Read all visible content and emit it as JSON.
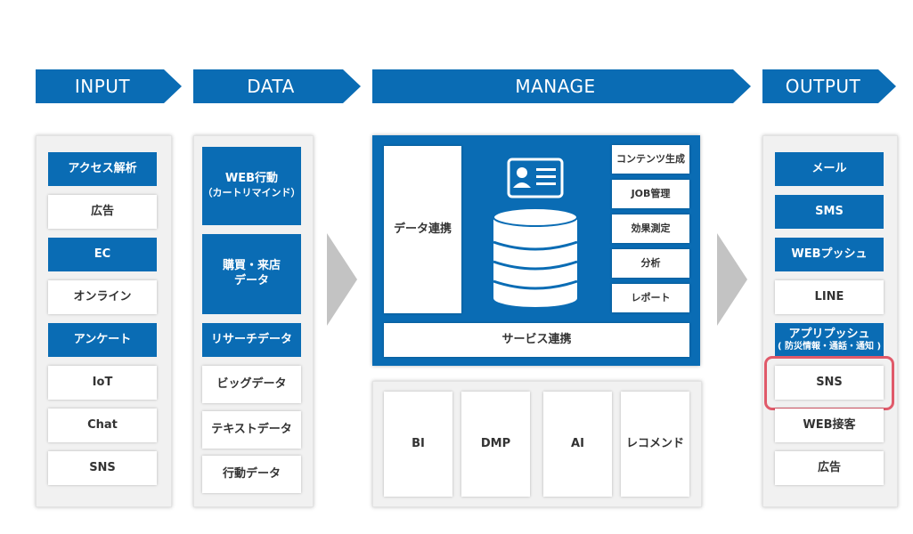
{
  "headers": {
    "input": "INPUT",
    "data": "DATA",
    "manage": "MANAGE",
    "output": "OUTPUT"
  },
  "input_items": [
    "アクセス解析",
    "広告",
    "EC",
    "オンライン",
    "アンケート",
    "IoT",
    "Chat",
    "SNS"
  ],
  "data_items": {
    "web_action": "WEB行動",
    "web_action_sub": "（カートリマインド）",
    "purchase_line1": "購買・来店",
    "purchase_line2": "データ",
    "research": "リサーチデータ",
    "big": "ビッグデータ",
    "text": "テキストデータ",
    "action": "行動データ"
  },
  "manage": {
    "data_link": "データ連携",
    "service_link": "サービス連携",
    "side_items": [
      "コンテンツ生成",
      "JOB管理",
      "効果測定",
      "分析",
      "レポート"
    ],
    "bottom_items": [
      "BI",
      "DMP",
      "AI",
      "レコメンド"
    ],
    "icons": [
      "id-card-icon",
      "database-icon"
    ]
  },
  "output_items": {
    "mail": "メール",
    "sms": "SMS",
    "webpush": "WEBプッシュ",
    "line": "LINE",
    "apppush": "アプリプッシュ",
    "apppush_sub": "( 防災情報・通話・通知 )",
    "sns": "SNS",
    "webcs": "WEB接客",
    "ad": "広告"
  },
  "colors": {
    "primary_blue": "#0a6cb4",
    "highlight": "#e05a6a",
    "arrow_gray": "#c3c3c3"
  }
}
